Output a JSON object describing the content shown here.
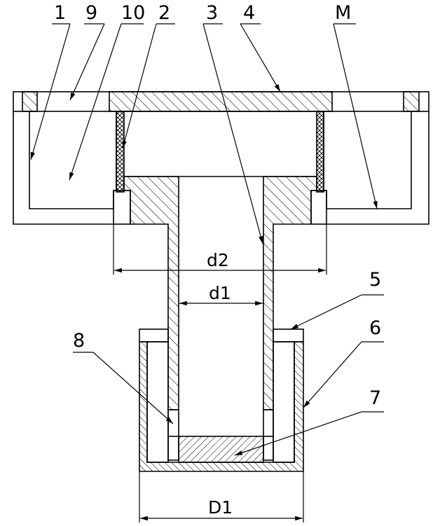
{
  "labels": {
    "l1": "1",
    "l9": "9",
    "l10": "10",
    "l2": "2",
    "l3": "3",
    "l4": "4",
    "lM": "M",
    "l5": "5",
    "l6": "6",
    "l7": "7",
    "l8": "8"
  },
  "dimensions": {
    "d1": "d1",
    "d2": "d2",
    "D1": "D1"
  },
  "colors": {
    "line": "#000000",
    "background": "#ffffff"
  }
}
